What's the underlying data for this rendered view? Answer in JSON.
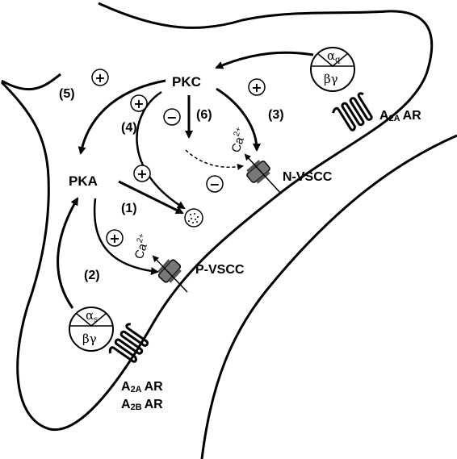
{
  "nodes": {
    "pkc": "PKC",
    "pka": "PKA",
    "n_vscc": "N-VSCC",
    "p_vscc": "P-VSCC"
  },
  "pathways": {
    "p1": "(1)",
    "p2": "(2)",
    "p3": "(3)",
    "p4": "(4)",
    "p5": "(5)",
    "p6": "(6)"
  },
  "signs": {
    "plus": "+",
    "minus": "−"
  },
  "ion": {
    "base": "Ca",
    "charge": "2+"
  },
  "g_protein_q": {
    "alpha": "α",
    "alpha_sub": "q",
    "beta_gamma": "βγ"
  },
  "g_protein_s": {
    "alpha": "α",
    "alpha_sub": "s",
    "beta_gamma": "βγ"
  },
  "receptors": {
    "top": {
      "main": "A",
      "sub": "2A",
      "suffix": "AR"
    },
    "bottom_1": {
      "main": "A",
      "sub": "2A",
      "suffix": "AR"
    },
    "bottom_2": {
      "main": "A",
      "sub": "2B",
      "suffix": "AR"
    }
  }
}
